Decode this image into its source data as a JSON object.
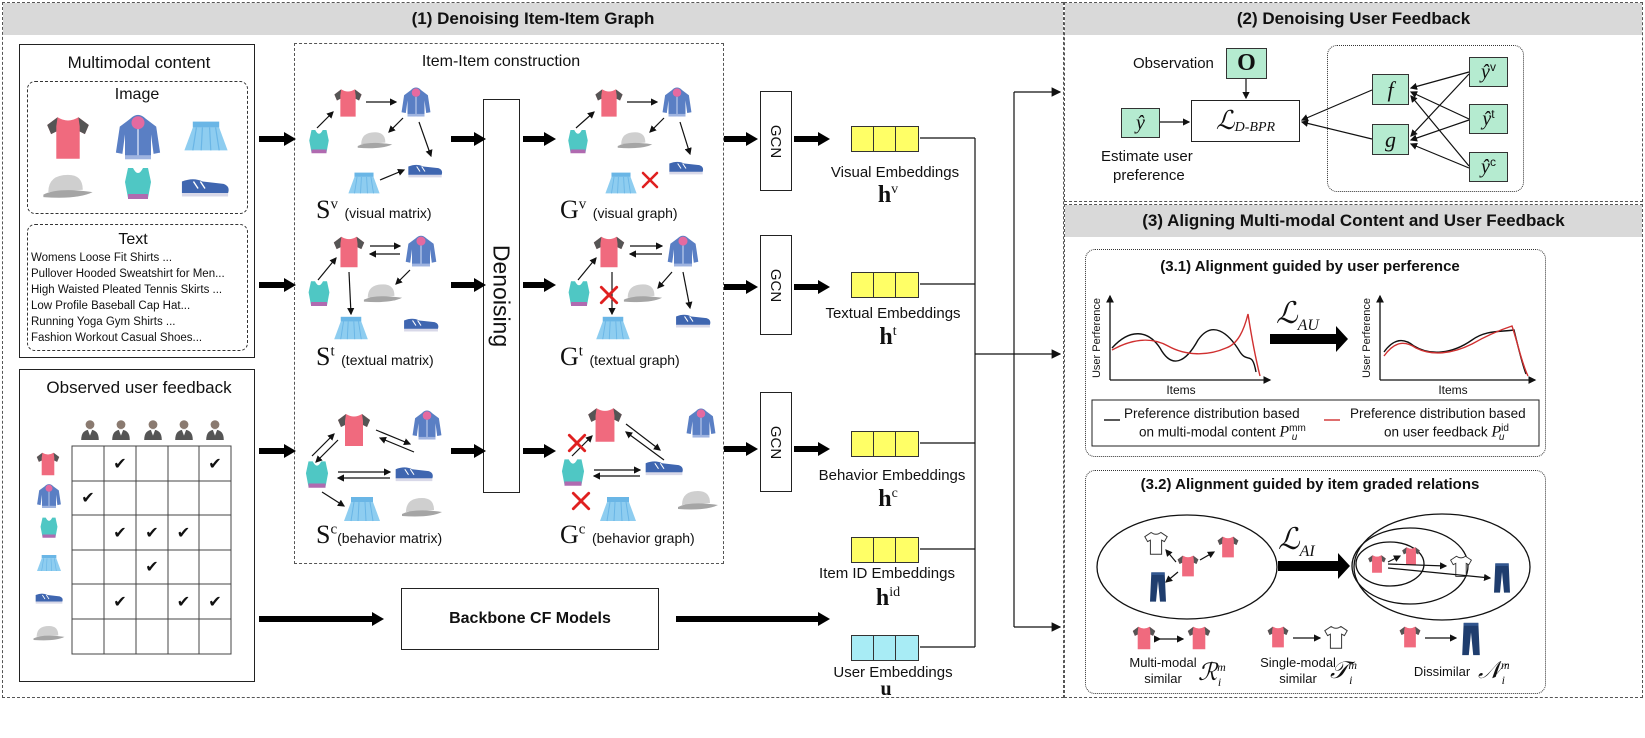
{
  "sections": {
    "s1": "(1) Denoising Item-Item Graph",
    "s2": "(2) Denoising User Feedback",
    "s3": "(3) Aligning Multi-modal Content and User Feedback"
  },
  "multimodal": {
    "title": "Multimodal content",
    "image_label": "Image",
    "text_label": "Text",
    "text_lines": [
      "Womens Loose Fit Shirts ...",
      "Pullover Hooded Sweatshirt for Men...",
      "High Waisted Pleated Tennis Skirts ...",
      "Low Profile Baseball Cap Hat...",
      "Running Yoga Gym Shirts ...",
      "Fashion Workout Casual Shoes..."
    ]
  },
  "feedback": {
    "title": "Observed user feedback",
    "matrix": [
      [
        "",
        "✔",
        "",
        "",
        "✔"
      ],
      [
        "✔",
        "",
        "",
        "",
        ""
      ],
      [
        "",
        "✔",
        "✔",
        "✔",
        ""
      ],
      [
        "",
        "",
        "✔",
        "",
        ""
      ],
      [
        "",
        "✔",
        "",
        "✔",
        "✔"
      ],
      [
        "",
        "",
        "",
        "",
        ""
      ]
    ]
  },
  "construction": {
    "title": "Item-Item construction",
    "denoising": "Denoising",
    "sv_sym": "S",
    "sv_sup": "v",
    "sv_label": "(visual matrix)",
    "st_sym": "S",
    "st_sup": "t",
    "st_label": "(textual matrix)",
    "sc_sym": "S",
    "sc_sup": "c",
    "sc_label": "(behavior matrix)",
    "gv_sym": "G",
    "gv_sup": "v",
    "gv_label": "(visual graph)",
    "gt_sym": "G",
    "gt_sup": "t",
    "gt_label": "(textual graph)",
    "gc_sym": "G",
    "gc_sup": "c",
    "gc_label": "(behavior graph)"
  },
  "gcn": "GCN",
  "embeddings": {
    "visual": "Visual Embeddings",
    "visual_sym": "h",
    "visual_sup": "v",
    "textual": "Textual Embeddings",
    "textual_sym": "h",
    "textual_sup": "t",
    "behavior": "Behavior Embeddings",
    "behavior_sym": "h",
    "behavior_sup": "c",
    "itemid": "Item ID Embeddings",
    "itemid_sym": "h",
    "itemid_sup": "id",
    "user": "User Embeddings",
    "user_sym": "u"
  },
  "backbone": "Backbone CF Models",
  "denoise_fb": {
    "observation": "Observation",
    "obs_sym": "O",
    "yhat": "ŷ",
    "estimate_l1": "Estimate user",
    "estimate_l2": "preference",
    "loss_main": "ℒ",
    "loss_sub": "D-BPR",
    "f": "f",
    "g": "g",
    "yv": "ŷ",
    "yv_sup": "v",
    "yt": "ŷ",
    "yt_sup": "t",
    "yc": "ŷ",
    "yc_sup": "c"
  },
  "align_user": {
    "title": "(3.1) Alignment guided by user perference",
    "ylabel": "User Perference",
    "xlabel": "Items",
    "loss": "ℒ",
    "loss_sub": "AU",
    "legend1_l1": "Preference distribution  based",
    "legend1_l2": "on multi-modal content",
    "legend1_sym": "P",
    "legend1_sup": "mm",
    "legend1_sub": "u",
    "legend2_l1": "Preference distribution  based",
    "legend2_l2": "on user feedback",
    "legend2_sym": "P",
    "legend2_sup": "id",
    "legend2_sub": "u"
  },
  "align_item": {
    "title": "(3.2) Alignment guided by item graded relations",
    "loss": "ℒ",
    "loss_sub": "AI",
    "r_l1": "Multi-modal",
    "r_l2": "similar",
    "r_sym": "ℛ",
    "r_sup": "m",
    "r_sub": "i",
    "t_l1": "Single-modal",
    "t_l2": "similar",
    "t_sym": "𝒯",
    "t_sup": "m",
    "t_sub": "i",
    "n_l1": "Dissimilar",
    "n_sym": "𝒩",
    "n_sup": "m",
    "n_sub": "i"
  },
  "colors": {
    "header": "#d9d9d9",
    "emb_yellow": "#ffff66",
    "emb_cyan": "#a8ecf5",
    "green_box": "#b5ebd0",
    "shirt_red": "#f06a7e",
    "shirt_gray": "#555555",
    "hoodie_blue": "#5a7fc4",
    "skirt_blue": "#8ecdf0",
    "cap_gray": "#c8c8c8",
    "top_teal": "#4fc7c4",
    "shoe_blue": "#3f66b0",
    "tee_white": "#ffffff",
    "pants_navy": "#1f3d6e",
    "cross_red": "#e02020",
    "line_red": "#d03030"
  },
  "icons": [
    "shirt-icon",
    "hoodie-icon",
    "skirt-icon",
    "cap-icon",
    "sports-top-icon",
    "sneaker-icon",
    "tshirt-icon",
    "jeans-icon",
    "user-avatar-icon",
    "cross-mark-icon"
  ]
}
